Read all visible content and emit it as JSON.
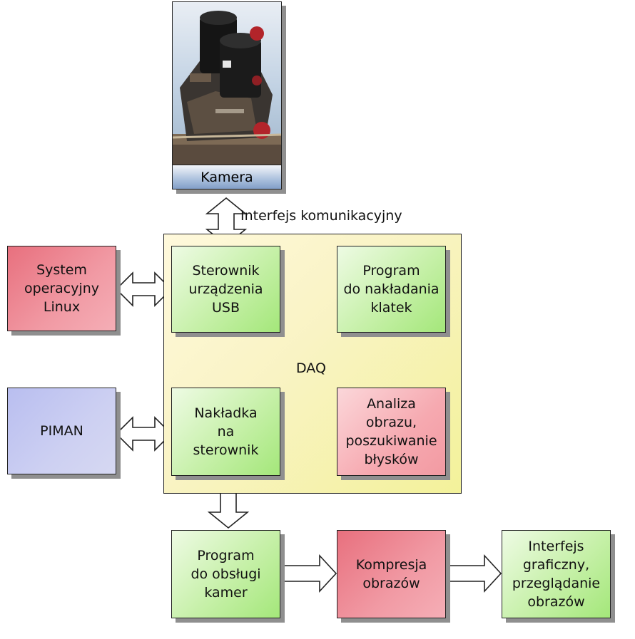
{
  "camera": {
    "label": "Kamera"
  },
  "link_label": "Interfejs komunikacyjny",
  "daq_label": "DAQ",
  "boxes": {
    "system": "System\noperacyjny\nLinux",
    "piman": "PIMAN",
    "sterownik": "Sterownik\nurządzenia\nUSB",
    "program_nakladania": "Program\ndo nakładania\nklatek",
    "nakladka": "Nakładka\nna\nsterownik",
    "analiza": "Analiza\nobrazu,\nposzukiwanie\nbłysków",
    "program_obslugi": "Program\ndo obsługi\nkamer",
    "kompresja": "Kompresja\nobrazów",
    "interfejs": "Interfejs\ngraficzny,\nprzeglądanie\nobrazów"
  },
  "colors": {
    "green": "#b8ed95",
    "red": "#ef8a96",
    "pink": "#f6b0b7",
    "lavender": "#c8caf1",
    "daq_background": "#f8f4c0",
    "camera_caption": "#9db5d8"
  }
}
